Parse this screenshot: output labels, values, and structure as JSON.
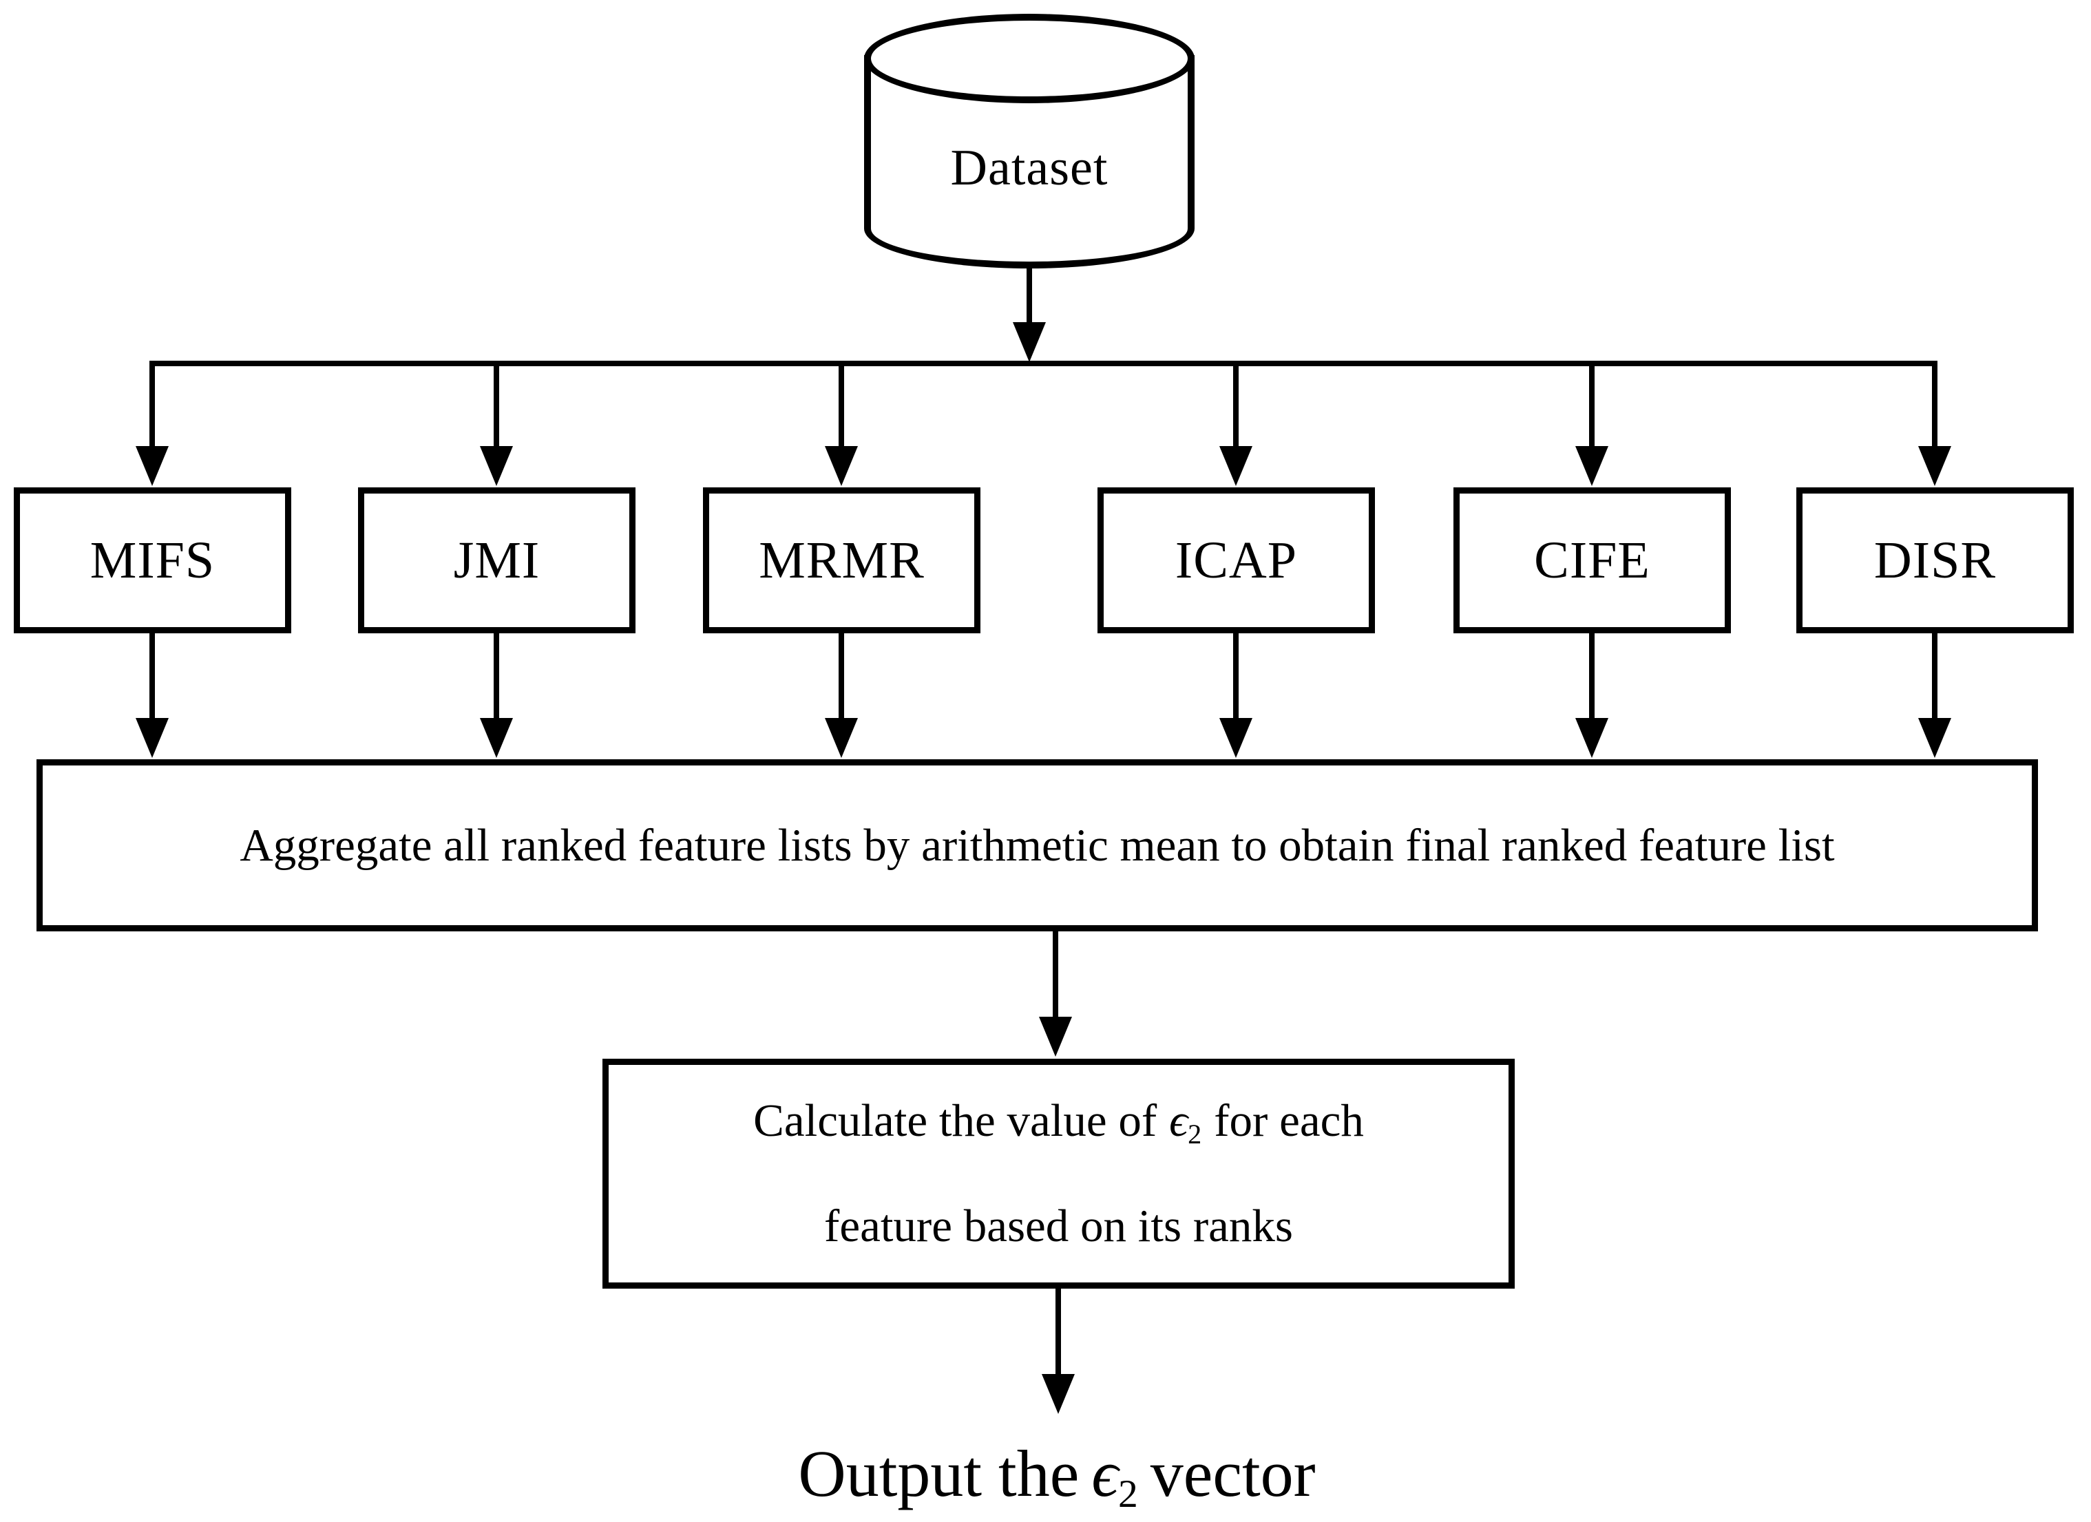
{
  "diagram": {
    "title_note": "ensemble feature-ranking flowchart",
    "colors": {
      "stroke": "#000000",
      "background": "#ffffff"
    },
    "dataset": {
      "label": "Dataset"
    },
    "methods": [
      {
        "label": "MIFS"
      },
      {
        "label": "JMI"
      },
      {
        "label": "MRMR"
      },
      {
        "label": "ICAP"
      },
      {
        "label": "CIFE"
      },
      {
        "label": "DISR"
      }
    ],
    "aggregate": {
      "text": "Aggregate all ranked feature lists by arithmetic mean to obtain final ranked feature list"
    },
    "calculate": {
      "line1_prefix": "Calculate the value of",
      "epsilon": "ϵ",
      "epsilon_sub": "2",
      "line1_suffix": "for each",
      "line2": "feature based on its ranks"
    },
    "output": {
      "prefix": "Output the",
      "epsilon": "ϵ",
      "epsilon_sub": "2",
      "suffix": "vector"
    }
  }
}
